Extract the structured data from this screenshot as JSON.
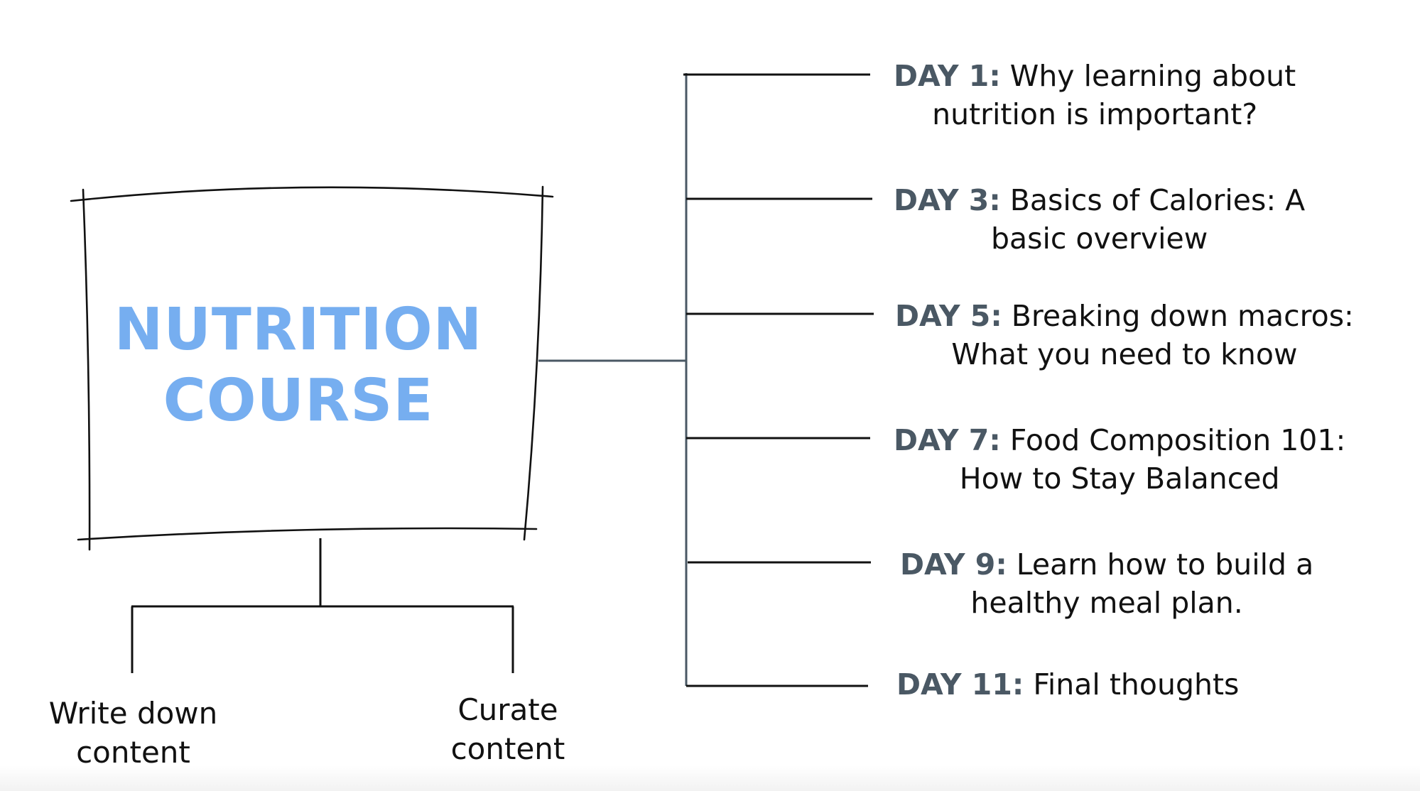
{
  "course": {
    "title_line1": "NUTRITION",
    "title_line2": "COURSE"
  },
  "days": [
    {
      "label": "DAY 1:",
      "text_line1": "Why learning about",
      "text_line2": "nutrition is important?"
    },
    {
      "label": "DAY 3:",
      "text_line1": "Basics of Calories: A",
      "text_line2": "basic overview"
    },
    {
      "label": "DAY 5:",
      "text_line1": "Breaking down macros:",
      "text_line2": "What you need to know"
    },
    {
      "label": "DAY 7:",
      "text_line1": "Food Composition 101:",
      "text_line2": "How to Stay Balanced"
    },
    {
      "label": "DAY 9:",
      "text_line1": "Learn how to build a",
      "text_line2": "healthy meal plan."
    },
    {
      "label": "DAY 11:",
      "text_line1": "Final thoughts"
    }
  ],
  "branches": {
    "left_line1": "Write down",
    "left_line2": "content",
    "right_line1": "Curate",
    "right_line2": "content"
  },
  "colors": {
    "title": "#76aef0",
    "day_label": "#4a5864",
    "connector": "#4a5864",
    "ink": "#111111"
  }
}
